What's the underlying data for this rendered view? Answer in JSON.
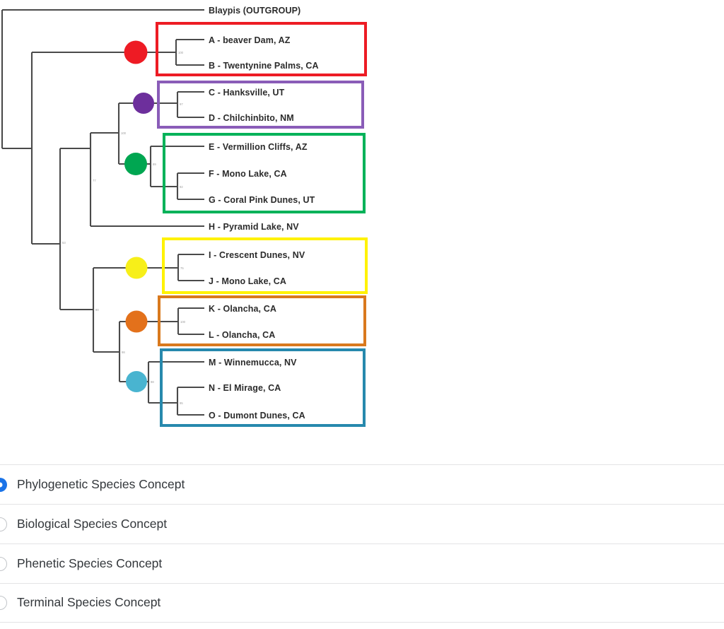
{
  "figure": {
    "type": "phylogenetic-tree",
    "outgroup_label": "Blaypis (OUTGROUP)",
    "tips": [
      {
        "id": "A",
        "label": "A  - beaver Dam, AZ"
      },
      {
        "id": "B",
        "label": "B  - Twentynine Palms, CA"
      },
      {
        "id": "C",
        "label": "C  - Hanksville, UT"
      },
      {
        "id": "D",
        "label": "D  - Chilchinbito, NM"
      },
      {
        "id": "E",
        "label": "E  - Vermillion Cliffs, AZ"
      },
      {
        "id": "F",
        "label": "F  - Mono Lake, CA"
      },
      {
        "id": "G",
        "label": "G  - Coral Pink Dunes, UT"
      },
      {
        "id": "H",
        "label": "H  - Pyramid Lake, NV"
      },
      {
        "id": "I",
        "label": "I  - Crescent Dunes, NV"
      },
      {
        "id": "J",
        "label": "J  - Mono Lake, CA"
      },
      {
        "id": "K",
        "label": "K  - Olancha, CA"
      },
      {
        "id": "L",
        "label": "L  - Olancha, CA"
      },
      {
        "id": "M",
        "label": "M  - Winnemucca, NV"
      },
      {
        "id": "N",
        "label": "N  - El Mirage, CA"
      },
      {
        "id": "O",
        "label": "O  - Dumont Dunes, CA"
      }
    ],
    "clade_boxes": [
      {
        "name": "red-clade",
        "color": "#ed1c24",
        "tips": [
          "A",
          "B"
        ]
      },
      {
        "name": "purple-clade",
        "color": "#8a5cb8",
        "tips": [
          "C",
          "D"
        ]
      },
      {
        "name": "green-clade",
        "color": "#00b259",
        "tips": [
          "E",
          "F",
          "G"
        ]
      },
      {
        "name": "yellow-clade",
        "color": "#fff200",
        "tips": [
          "I",
          "J"
        ]
      },
      {
        "name": "orange-clade",
        "color": "#d9791e",
        "tips": [
          "K",
          "L"
        ]
      },
      {
        "name": "blue-clade",
        "color": "#2789ad",
        "tips": [
          "M",
          "N",
          "O"
        ]
      }
    ],
    "node_markers": [
      {
        "name": "red-node",
        "color": "#ee1b24"
      },
      {
        "name": "purple-node",
        "color": "#6d2f9c"
      },
      {
        "name": "green-node",
        "color": "#00a651"
      },
      {
        "name": "yellow-node",
        "color": "#f7ef19"
      },
      {
        "name": "orange-node",
        "color": "#e3711b"
      },
      {
        "name": "blue-node",
        "color": "#49b4d0"
      }
    ],
    "branch_color": "#4a4a4a"
  },
  "answers": {
    "selected_index": 0,
    "options": [
      {
        "label": "Phylogenetic Species Concept",
        "selected": true
      },
      {
        "label": "Biological Species Concept",
        "selected": false
      },
      {
        "label": "Phenetic Species Concept",
        "selected": false
      },
      {
        "label": "Terminal Species Concept",
        "selected": false
      }
    ]
  }
}
